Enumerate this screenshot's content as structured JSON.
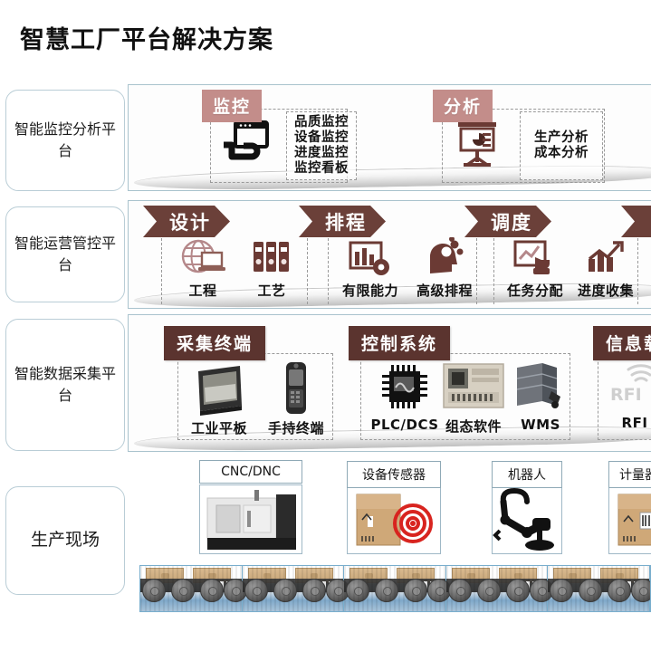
{
  "title": "智慧工厂平台解决方案",
  "colors": {
    "chip_pink": "#c38d8a",
    "chip_dark": "#5b342f",
    "arrow_brown": "#6b4039",
    "sidebar_border": "#b9cdd6",
    "panel_border": "#a9c3cd"
  },
  "sidebar": {
    "items": [
      {
        "label": "智能监控分析平台"
      },
      {
        "label": "智能运营管控平台"
      },
      {
        "label": "智能数据采集平台"
      },
      {
        "label": "生产现场"
      }
    ]
  },
  "rows": {
    "monitoring": {
      "groups": [
        {
          "header": "监控",
          "icon": "hand-holding-monitor-icon",
          "lines": [
            "品质监控",
            "设备监控",
            "进度监控",
            "监控看板"
          ]
        },
        {
          "header": "分析",
          "icon": "presentation-chart-icon",
          "lines": [
            "生产分析",
            "成本分析"
          ]
        }
      ]
    },
    "operations": {
      "arrows": [
        {
          "label": "设计"
        },
        {
          "label": "排程"
        },
        {
          "label": "调度"
        },
        {
          "label": ""
        }
      ],
      "items": [
        {
          "caption": "工程",
          "icon": "globe-laptop-icon"
        },
        {
          "caption": "工艺",
          "icon": "binders-icon"
        },
        {
          "caption": "有限能力",
          "icon": "bar-chart-gear-icon"
        },
        {
          "caption": "高级排程",
          "icon": "head-gears-icon"
        },
        {
          "caption": "任务分配",
          "icon": "chart-hand-click-icon"
        },
        {
          "caption": "进度收集",
          "icon": "growth-chart-arrow-icon"
        }
      ]
    },
    "data_collection": {
      "groups": [
        {
          "header": "采集终端"
        },
        {
          "header": "控制系统"
        },
        {
          "header": "信息载"
        }
      ],
      "items": [
        {
          "caption": "工业平板",
          "icon": "industrial-tablet-icon"
        },
        {
          "caption": "手持终端",
          "icon": "handheld-terminal-icon"
        },
        {
          "caption": "PLC/DCS",
          "icon": "plc-chip-icon"
        },
        {
          "caption": "组态软件",
          "icon": "scada-software-icon"
        },
        {
          "caption": "WMS",
          "icon": "warehouse-rack-icon"
        },
        {
          "caption": "RFI",
          "icon": "rfid-tag-icon"
        }
      ]
    },
    "shopfloor": {
      "items": [
        {
          "label": "CNC/DNC",
          "icon": "cnc-machine-icon"
        },
        {
          "label": "设备传感器",
          "icon": "sensor-box-icon"
        },
        {
          "label": "机器人",
          "icon": "robot-arm-icon"
        },
        {
          "label": "计量器",
          "icon": "measuring-box-icon"
        }
      ],
      "conveyor": {
        "segments": 5,
        "icon": "conveyor-belt-icon"
      }
    }
  }
}
